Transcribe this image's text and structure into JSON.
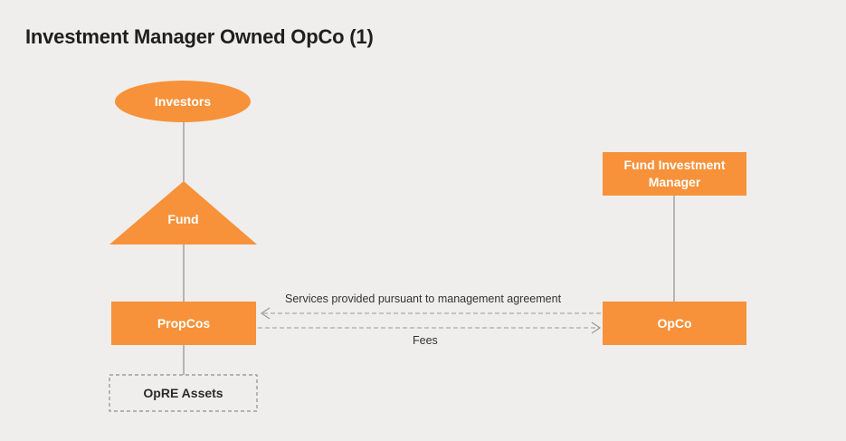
{
  "title": "Investment Manager Owned OpCo (1)",
  "colors": {
    "node_fill": "#f7923a",
    "connector": "#8f8f8f",
    "dashed": "#9a9a9a",
    "background": "#efeeec"
  },
  "nodes": {
    "investors": "Investors",
    "fund": "Fund",
    "propcos": "PropCos",
    "opre_assets": "OpRE Assets",
    "fund_investment_manager": "Fund Investment Manager",
    "opco": "OpCo"
  },
  "edges": {
    "services": "Services provided pursuant to management agreement",
    "fees": "Fees"
  }
}
